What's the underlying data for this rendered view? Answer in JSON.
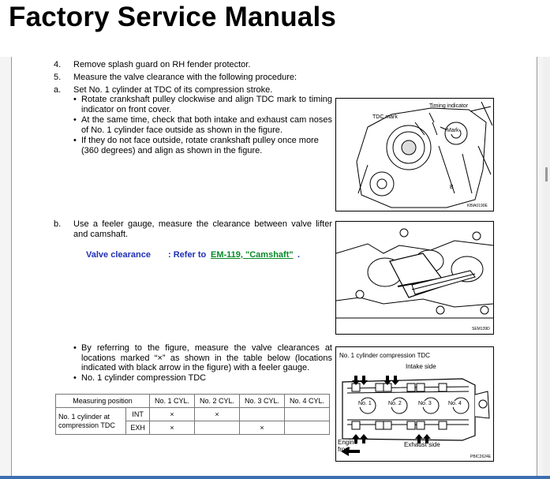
{
  "site": {
    "title": "Factory Service Manuals"
  },
  "steps": {
    "s4": {
      "num": "4.",
      "text": "Remove splash guard on RH fender protector."
    },
    "s5": {
      "num": "5.",
      "text": "Measure the valve clearance with the following procedure:"
    },
    "a": {
      "num": "a.",
      "text": "Set No. 1 cylinder at TDC of its compression stroke.",
      "bullets": [
        "Rotate crankshaft pulley clockwise and align TDC mark to timing indicator on front cover.",
        "At the same time, check that both intake and exhaust cam noses of No. 1 cylinder face outside as shown in the figure.",
        "If they do not face outside, rotate crankshaft pulley once more (360 degrees) and align as shown in the figure."
      ]
    },
    "b": {
      "num": "b.",
      "text": "Use a feeler gauge, measure the clearance between valve lifter and camshaft."
    },
    "c": {
      "bullets": [
        "By referring to the figure, measure the valve clearances at locations marked “×” as shown in the table below (locations indicated with black arrow in the figure) with a feeler gauge.",
        "No. 1 cylinder compression TDC"
      ]
    }
  },
  "spec": {
    "label": "Valve clearance",
    "refer_prefix": ": Refer to",
    "refer_link": "EM-119, \"Camshaft\"",
    "refer_suffix": "."
  },
  "figures": {
    "f1": {
      "timing_indicator": "Timing indicator",
      "tdc_mark": "TDC mark",
      "mark": "Mark",
      "code": "KBIA0190E"
    },
    "f2": {
      "code": "SEM139D"
    },
    "f3": {
      "title": "No. 1 cylinder compression TDC",
      "intake_side": "Intake side",
      "exhaust_side": "Exhaust side",
      "engine_front": "Engine front",
      "cyls": [
        "No. 1",
        "No. 2",
        "No. 3",
        "No. 4"
      ],
      "code": "PBIC2624E"
    }
  },
  "table": {
    "headers": [
      "Measuring position",
      "No. 1 CYL.",
      "No. 2 CYL.",
      "No. 3 CYL.",
      "No. 4 CYL."
    ],
    "row_label": "No. 1 cylinder at compression TDC",
    "rows": [
      {
        "valve": "INT",
        "marks": [
          "×",
          "×",
          "",
          ""
        ]
      },
      {
        "valve": "EXH",
        "marks": [
          "×",
          "",
          "×",
          ""
        ]
      }
    ]
  }
}
